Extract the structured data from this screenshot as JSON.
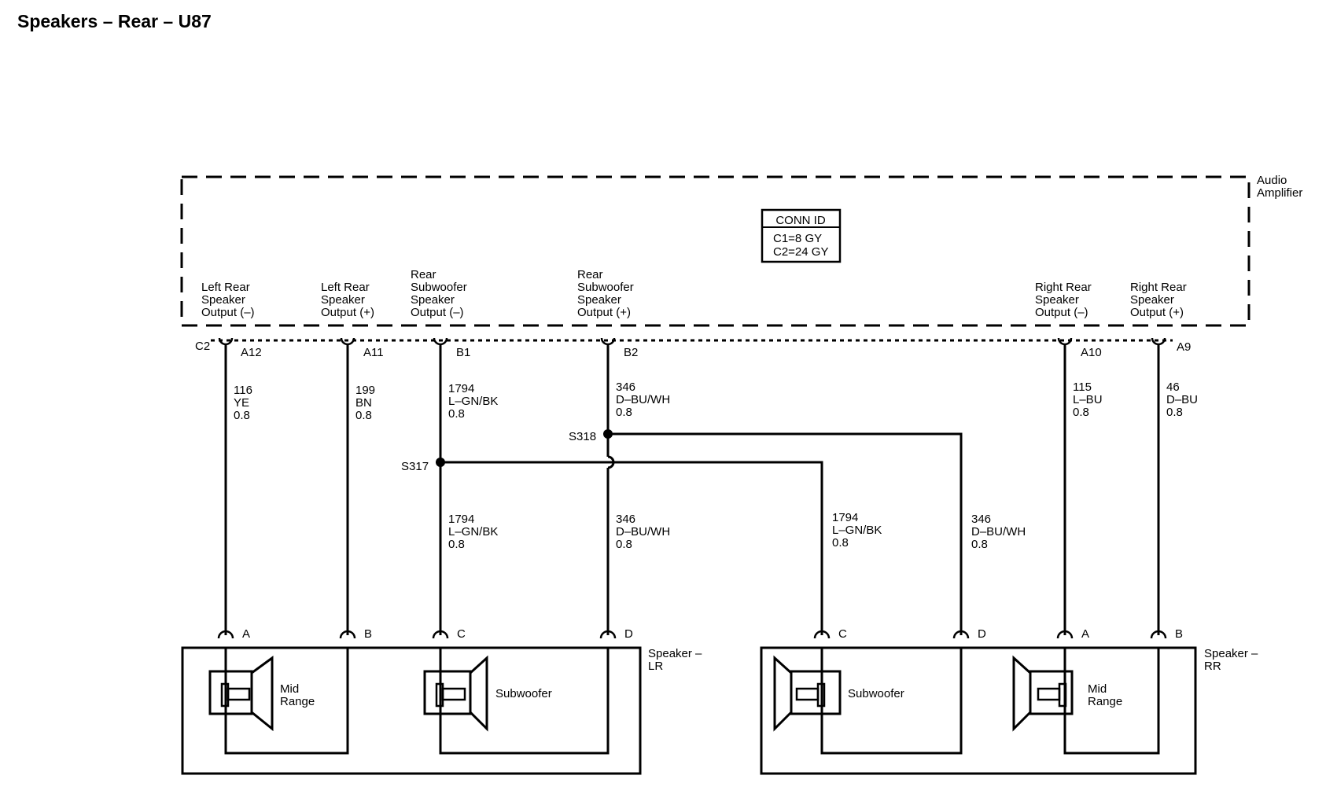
{
  "title": "Speakers – Rear – U87",
  "amplifier": {
    "name_lines": [
      "Audio",
      "Amplifier"
    ],
    "connector_label": "C2",
    "conn_id": {
      "header": "CONN ID",
      "lines": [
        "C1=8 GY",
        "C2=24 GY"
      ]
    }
  },
  "outputs": [
    {
      "id": "lr_neg",
      "label_lines": [
        "Left Rear",
        "Speaker",
        "Output (–)"
      ]
    },
    {
      "id": "lr_pos",
      "label_lines": [
        "Left Rear",
        "Speaker",
        "Output (+)"
      ]
    },
    {
      "id": "sub_neg",
      "label_lines": [
        "Rear",
        "Subwoofer",
        "Speaker",
        "Output (–)"
      ]
    },
    {
      "id": "sub_pos",
      "label_lines": [
        "Rear",
        "Subwoofer",
        "Speaker",
        "Output (+)"
      ]
    },
    {
      "id": "rr_neg",
      "label_lines": [
        "Right Rear",
        "Speaker",
        "Output (–)"
      ]
    },
    {
      "id": "rr_pos",
      "label_lines": [
        "Right Rear",
        "Speaker",
        "Output (+)"
      ]
    }
  ],
  "amp_pins": [
    "A12",
    "A11",
    "B1",
    "B2",
    "A10",
    "A9"
  ],
  "wire_labels": {
    "w116": [
      "116",
      "YE",
      "0.8"
    ],
    "w199": [
      "199",
      "BN",
      "0.8"
    ],
    "w1794a": [
      "1794",
      "L–GN/BK",
      "0.8"
    ],
    "w346a": [
      "346",
      "D–BU/WH",
      "0.8"
    ],
    "w115": [
      "115",
      "L–BU",
      "0.8"
    ],
    "w46": [
      "46",
      "D–BU",
      "0.8"
    ],
    "w1794b": [
      "1794",
      "L–GN/BK",
      "0.8"
    ],
    "w346b": [
      "346",
      "D–BU/WH",
      "0.8"
    ],
    "w1794c": [
      "1794",
      "L–GN/BK",
      "0.8"
    ],
    "w346c": [
      "346",
      "D–BU/WH",
      "0.8"
    ]
  },
  "splices": [
    "S317",
    "S318"
  ],
  "speaker_lr": {
    "name_lines": [
      "Speaker –",
      "LR"
    ],
    "pins": [
      "A",
      "B",
      "C",
      "D"
    ],
    "mid_label": [
      "Mid",
      "Range"
    ],
    "sub_label": "Subwoofer"
  },
  "speaker_rr": {
    "name_lines": [
      "Speaker –",
      "RR"
    ],
    "pins": [
      "C",
      "D",
      "A",
      "B"
    ],
    "mid_label": [
      "Mid",
      "Range"
    ],
    "sub_label": "Subwoofer"
  }
}
